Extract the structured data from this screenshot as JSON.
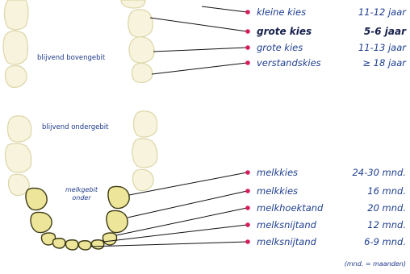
{
  "upper": {
    "caption": "blijvend bovengebit",
    "labels": [
      {
        "name": "kleine kies",
        "age": "11-12 jaar",
        "bold": false
      },
      {
        "name": "grote kies",
        "age": "5-6 jaar",
        "bold": true
      },
      {
        "name": "grote kies",
        "age": "11-13 jaar",
        "bold": false
      },
      {
        "name": "verstandskies",
        "age": "≥ 18 jaar",
        "bold": false
      }
    ]
  },
  "lower": {
    "caption": "blijvend ondergebit",
    "milk_caption": [
      "melkgebit",
      "onder"
    ],
    "labels": [
      {
        "name": "melkkies",
        "age": "24-30 mnd."
      },
      {
        "name": "melkkies",
        "age": "16 mnd."
      },
      {
        "name": "melkhoektand",
        "age": "20 mnd."
      },
      {
        "name": "melksnijtand",
        "age": "12 mnd."
      },
      {
        "name": "melksnijtand",
        "age": "6-9 mnd."
      }
    ]
  },
  "footnote": "(mnd. = maanden)",
  "colors": {
    "label": "#1f3f8f",
    "dot": "#d81b60",
    "milk_tooth": "#ece59a",
    "permanent_tooth": "#f7f3dc"
  }
}
